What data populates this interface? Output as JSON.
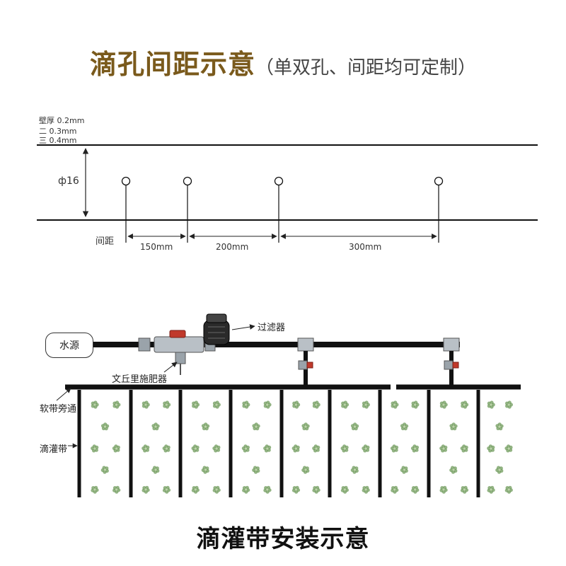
{
  "title": {
    "main": "滴孔间距示意",
    "sub": "（单双孔、间距均可定制）"
  },
  "wall": {
    "label": "壁厚",
    "values": [
      "0.2mm",
      "0.3mm",
      "0.4mm"
    ],
    "marks": [
      "二",
      "三"
    ]
  },
  "diameter": "ф16",
  "spacing": {
    "label": "间距",
    "dimensions": [
      "150mm",
      "200mm",
      "300mm"
    ]
  },
  "installation": {
    "water_source": "水源",
    "filter": "过滤器",
    "venturi": "文丘里施肥器",
    "bypass": "软带旁通",
    "drip_tape": "滴灌带"
  },
  "bottom_title": "滴灌带安装示意",
  "colors": {
    "title_brown": "#7a5a1c",
    "pipe": "#111111",
    "valve_red": "#c0392b",
    "plant_green": "#6e9a5a"
  }
}
